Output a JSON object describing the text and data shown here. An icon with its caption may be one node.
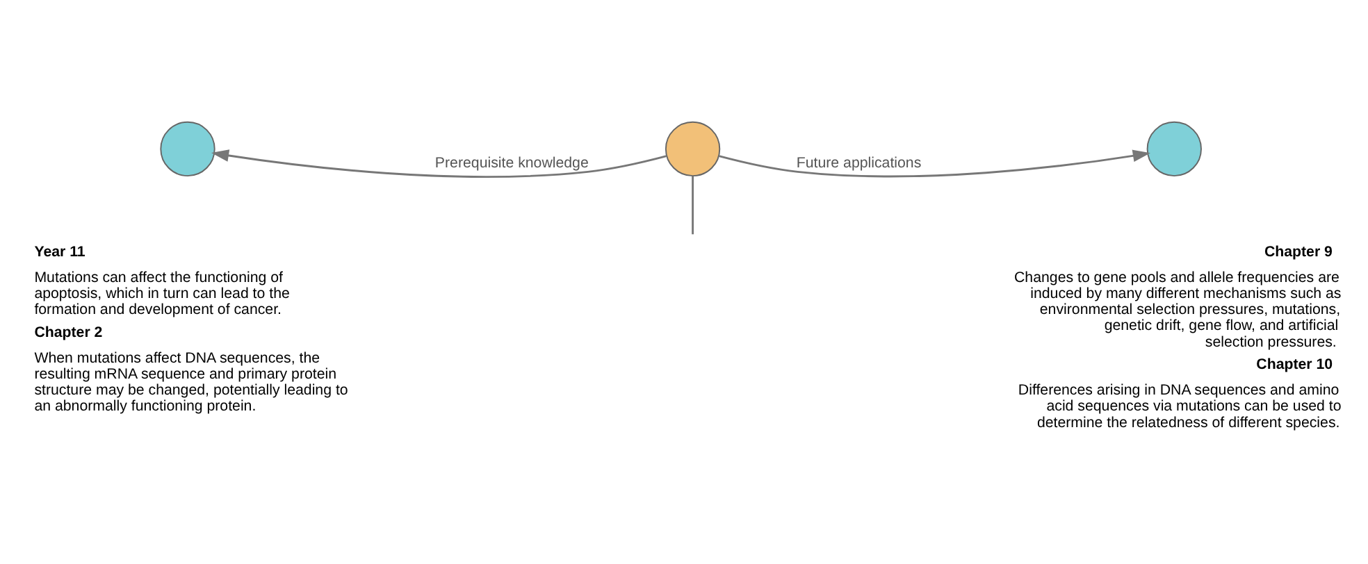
{
  "diagram": {
    "nodes": [
      {
        "text": [],
        "shape": "circle",
        "beside": [
          "Year 11",
          "Mutations can affect the functioning of apoptosis, which in turn can lead to the formation and development of cancer.",
          "Chapter 2",
          "When mutations affect DNA sequences, the resulting mRNA sequence and primary protein structure may be changed, potentially leading to an abnormally functioning protein."
        ]
      },
      {
        "text": [],
        "shape": "circle"
      },
      {
        "text": [],
        "shape": "circle",
        "beside": [
          "Chapter 9",
          "Changes to gene pools and allele frequencies are induced by many different mechanisms such as environmental selection pressures, mutations, genetic drift, gene flow, and artificial selection pressures.",
          "Chapter 10",
          "Differences arising in DNA sequences and amino acid sequences via mutations can be used to determine the relatedness of different species."
        ]
      }
    ],
    "edges": [
      {
        "from": null,
        "to": 1,
        "arrow": "none"
      },
      {
        "from": 1,
        "to": 0,
        "arrow": "to",
        "label": "Prerequisite knowledge"
      },
      {
        "from": 1,
        "to": 2,
        "arrow": "to",
        "label": "Future applications"
      }
    ]
  }
}
